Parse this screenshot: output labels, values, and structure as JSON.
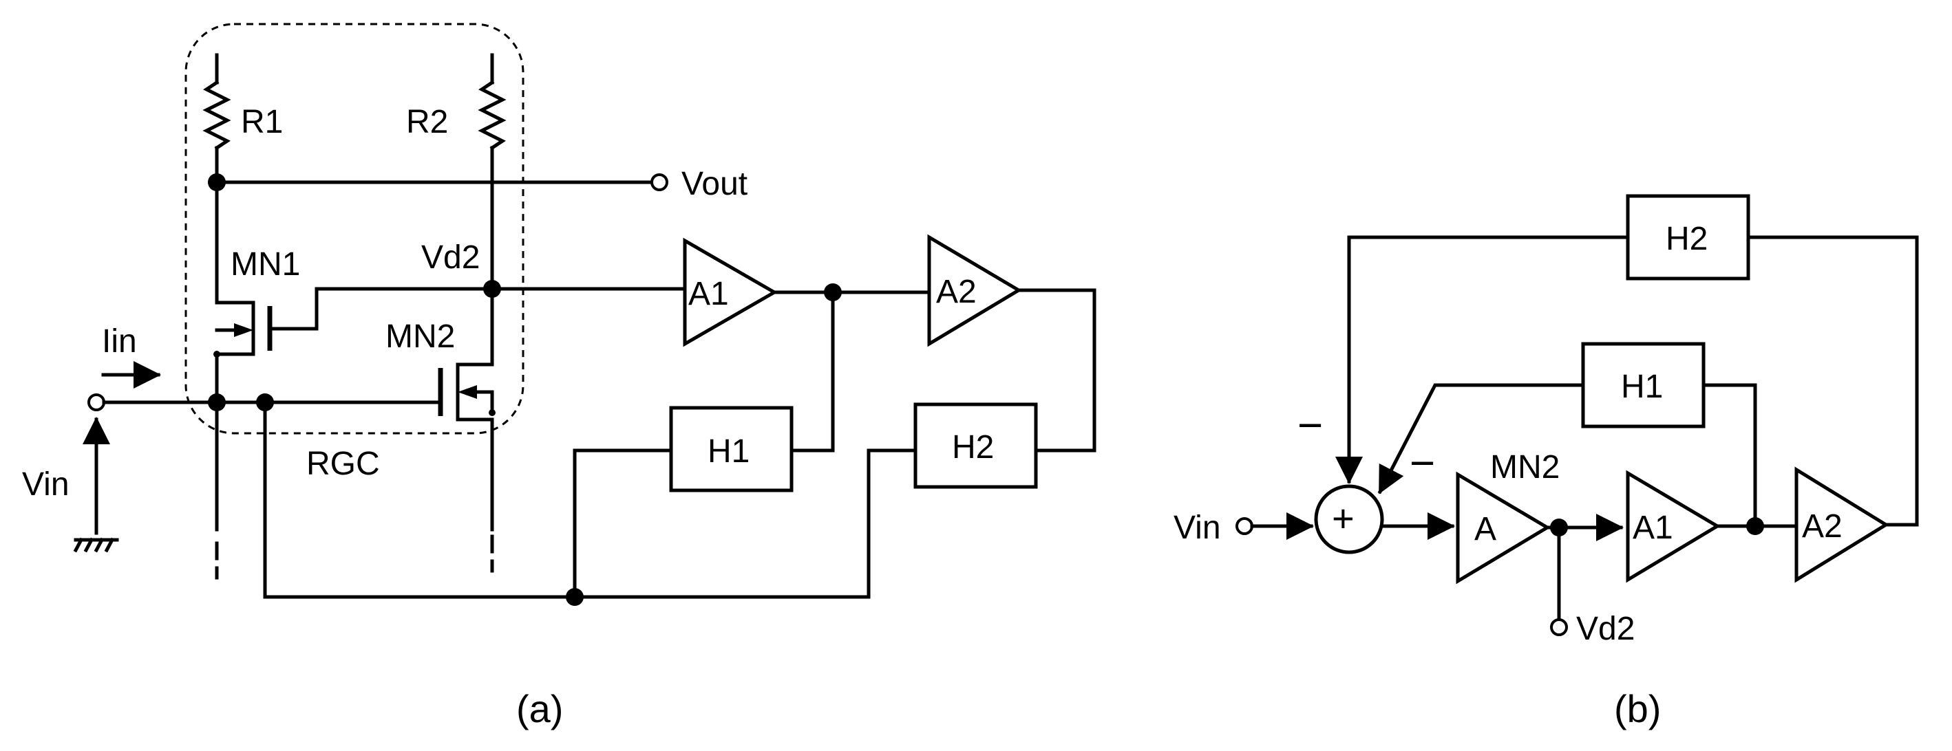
{
  "figure": {
    "a": {
      "caption": "(a)",
      "labels": {
        "r1": "R1",
        "r2": "R2",
        "vout": "Vout",
        "vd2": "Vd2",
        "mn1": "MN1",
        "mn2": "MN2",
        "iin": "Iin",
        "vin": "Vin",
        "rgc": "RGC"
      },
      "blocks": {
        "a1": "A1",
        "a2": "A2",
        "h1": "H1",
        "h2": "H2"
      }
    },
    "b": {
      "caption": "(b)",
      "labels": {
        "vin": "Vin",
        "vd2": "Vd2",
        "mn2": "MN2",
        "minus1": "−",
        "minus2": "−",
        "plus": "+"
      },
      "blocks": {
        "a": "A",
        "a1": "A1",
        "a2": "A2",
        "h1": "H1",
        "h2": "H2"
      }
    }
  }
}
